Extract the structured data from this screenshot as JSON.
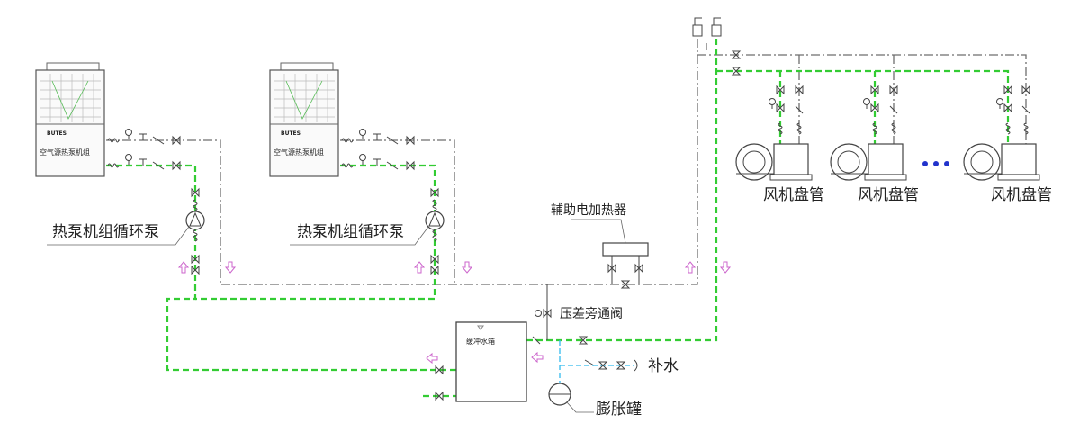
{
  "diagram": {
    "heat_pump_unit_label": "空气源热泵机组",
    "brand_text": "BUTES",
    "circulation_pump_label": "热泵机组循环泵",
    "aux_heater_label": "辅助电加热器",
    "fan_coil_label": "风机盘管",
    "bypass_valve_label": "压差旁通阀",
    "buffer_tank_label": "缓冲水箱",
    "makeup_water_label": "补水",
    "expansion_tank_label": "膨胀罐",
    "colors": {
      "supply_line": "#33cc33",
      "return_line": "#6e6e6e",
      "makeup_line": "#33bbee",
      "flow_arrow": "#cc66cc",
      "equipment": "#444444"
    }
  }
}
